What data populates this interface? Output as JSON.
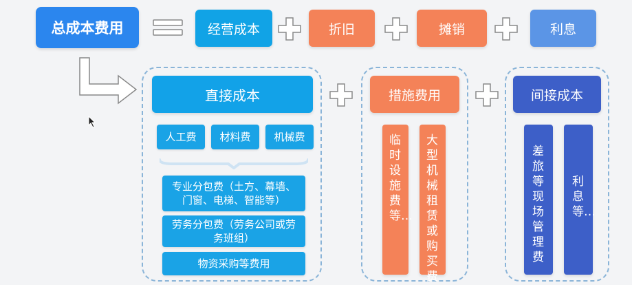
{
  "colors": {
    "total": "#2b86ee",
    "operating": "#11a3e6",
    "depreciation": "#f48258",
    "amortization": "#f48258",
    "interest": "#5b95e6",
    "direct": "#12a2e8",
    "measure": "#f48258",
    "indirect": "#3d5fc8"
  },
  "top_row": {
    "total": "总成本费用",
    "equals": "=",
    "operating": "经营成本",
    "depreciation": "折旧",
    "amortization": "摊销",
    "interest": "利息"
  },
  "direct": {
    "title": "直接成本",
    "labor": "人工费",
    "material": "材料费",
    "machinery": "机械费",
    "subcontract": "专业分包费（土方、幕墙、门窗、电梯、智能等）",
    "labor_subcontract": "劳务分包费（劳务公司或劳务班组）",
    "procurement": "物资采购等费用"
  },
  "measure": {
    "title": "措施费用",
    "temp_facility": "临时设施费等…",
    "large_machinery": "大型机械租赁或购买费"
  },
  "indirect": {
    "title": "间接成本",
    "travel": "差旅等现场管理费",
    "interest": "利息等…"
  }
}
